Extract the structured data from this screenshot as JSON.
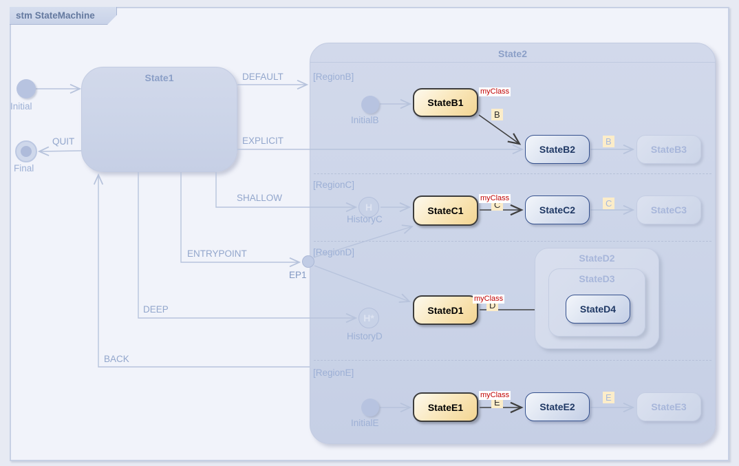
{
  "frame": {
    "label": "stm StateMachine"
  },
  "states": {
    "state1": "State1",
    "state2": "State2",
    "initial": "Initial",
    "final": "Final"
  },
  "transitions": {
    "default": "DEFAULT",
    "explicit": "EXPLICIT",
    "shallow": "SHALLOW",
    "entrypoint": "ENTRYPOINT",
    "deep": "DEEP",
    "back": "BACK",
    "quit": "QUIT"
  },
  "regionB": {
    "label": "[RegionB]",
    "initial_label": "InitialB",
    "state1": "StateB1",
    "state2": "StateB2",
    "state3": "StateB3",
    "stereotype": "myClass",
    "trigger1": "B",
    "trigger2": "B"
  },
  "regionC": {
    "label": "[RegionC]",
    "history_label": "HistoryC",
    "history_glyph": "H",
    "state1": "StateC1",
    "state2": "StateC2",
    "state3": "StateC3",
    "stereotype": "myClass",
    "trigger1": "C",
    "trigger2": "C"
  },
  "regionD": {
    "label": "[RegionD]",
    "history_label": "HistoryD",
    "history_glyph": "H*",
    "entry_point": "EP1",
    "state1": "StateD1",
    "state2": "StateD2",
    "state3": "StateD3",
    "state4": "StateD4",
    "stereotype": "myClass",
    "trigger1": "D"
  },
  "regionE": {
    "label": "[RegionE]",
    "initial_label": "InitialE",
    "state1": "StateE1",
    "state2": "StateE2",
    "state3": "StateE3",
    "stereotype": "myClass",
    "trigger1": "E",
    "trigger2": "E"
  },
  "colors": {
    "stereotype_text": "#c00000",
    "active_state_fill": "#f6dfa6",
    "active_state_border": "#3c3c3c",
    "secondary_state_border": "#34508d",
    "faint_line": "#b7c3dc",
    "dark_line": "#3f3f3f",
    "trigger_chip_bg": "#fcedc9",
    "frame_fill": "#f1f3fa",
    "composite_fill": "#cdd5e8"
  }
}
